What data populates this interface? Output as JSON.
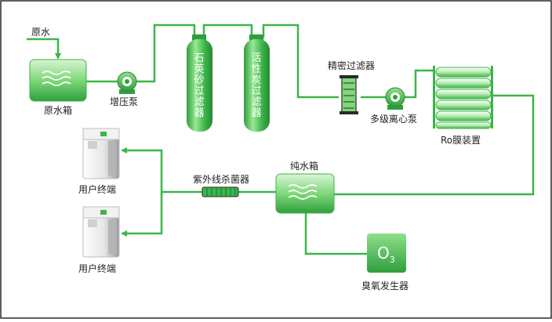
{
  "labels": {
    "raw_water_in": "原水",
    "raw_water_tank": "原水箱",
    "booster_pump": "增压泵",
    "sand_filter": "石英砂过滤器",
    "carbon_filter": "活性炭过滤器",
    "precision_filter": "精密过滤器",
    "multistage_pump": "多级离心泵",
    "ro_device": "Ro膜装置",
    "pure_water_tank": "纯水箱",
    "uv_sterilizer": "紫外线杀菌器",
    "user_terminal_1": "用户终端",
    "user_terminal_2": "用户终端",
    "ozone_generator": "臭氧发生器",
    "ozone_symbol": "O",
    "ozone_subscript": "3"
  },
  "colors": {
    "pipe": "#3cb54a",
    "equipment_dark": "#2f9e3e",
    "equipment_light": "#8ee08a",
    "frame": "#2a2a2a"
  }
}
